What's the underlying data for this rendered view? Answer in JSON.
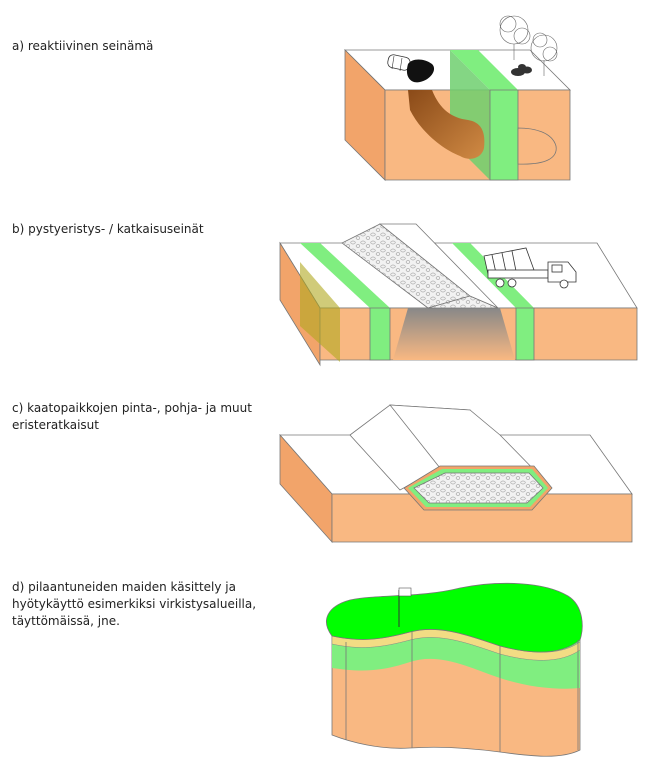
{
  "captions": {
    "a": "a) reaktiivinen seinämä",
    "b": "b) pystyeristys- / katkaisuseinät",
    "c_line1": "c) kaatopaikkojen pinta-, pohja- ja muut",
    "c_line2": "eristeratkaisut",
    "d_line1": "d) pilaantuneiden maiden käsittely ja",
    "d_line2": "hyötykäyttö esimerkiksi virkistysalueilla,",
    "d_line3": "täyttömäissä, jne."
  },
  "colors": {
    "soil": "#f9b882",
    "soil_dark": "#f2a46a",
    "barrier_green": "#80ee80",
    "grass_green": "#00ff00",
    "plume_brown": "#a0581c",
    "gravel": "#f0f0f0",
    "liner_yellow": "#f2dc84"
  },
  "icons": [
    "barrel-icon",
    "tree-icon",
    "shrub-icon",
    "dump-truck-icon",
    "flag-icon"
  ]
}
